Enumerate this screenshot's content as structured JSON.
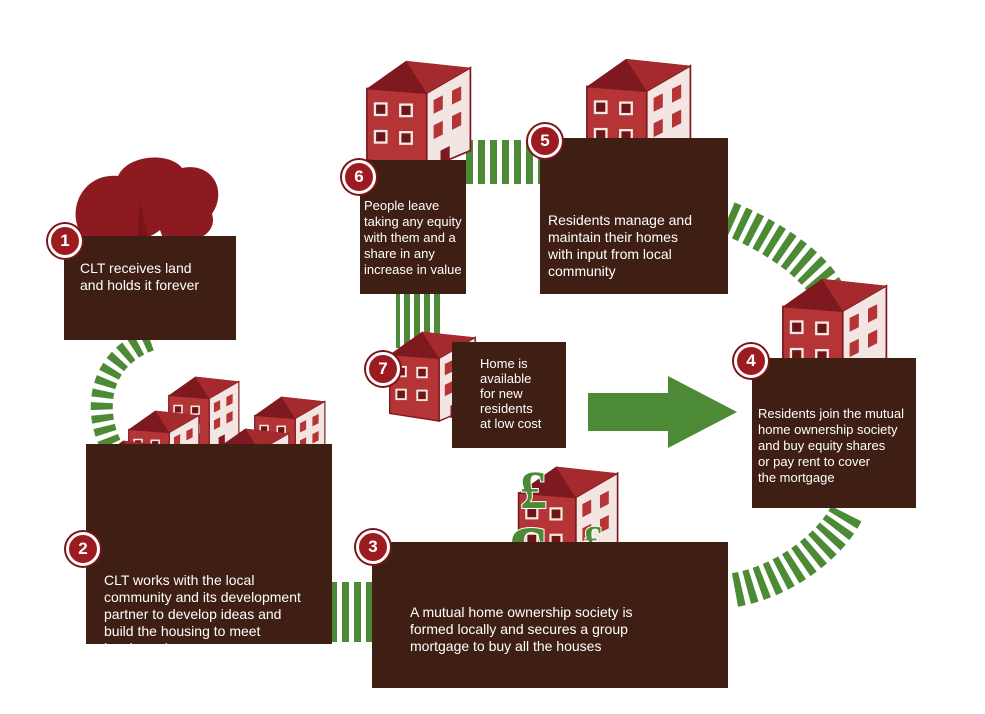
{
  "colors": {
    "box": "#3f1f14",
    "badge": "#9b1b20",
    "house_front": "#b53436",
    "house_side": "#f3e6e2",
    "roof": "#7e1a1f",
    "stripe": "#4c8a35",
    "tree": "#8d1a20"
  },
  "steps": [
    {
      "number": "1",
      "text": "CLT receives land\nand holds it forever",
      "icon": "tree-icon"
    },
    {
      "number": "2",
      "text": " CLT works with the local\ncommunity and its development\npartner  to develop ideas and\nbuild the housing to meet\nlocal needs",
      "icon": "houses-cluster-icon"
    },
    {
      "number": "3",
      "text": "A mutual home ownership society is\nformed locally and secures a group\nmortgage to buy all the houses",
      "icon": "pound-house-icon"
    },
    {
      "number": "4",
      "text": "Residents join the mutual\nhome ownership society\nand buy equity shares\nor pay rent to cover\nthe mortgage",
      "icon": "house-icon"
    },
    {
      "number": "5",
      "text": "Residents manage and\nmaintain their homes\nwith input from local\ncommunity",
      "icon": "house-icon"
    },
    {
      "number": "6",
      "text": "People leave\ntaking any equity\nwith them and a\nshare in any\nincrease in value",
      "icon": "house-icon"
    },
    {
      "number": "7",
      "text": "Home is\navailable\nfor new\nresidents\nat low cost",
      "icon": "house-icon"
    }
  ],
  "pound_symbols": [
    "£",
    "£",
    "£"
  ]
}
